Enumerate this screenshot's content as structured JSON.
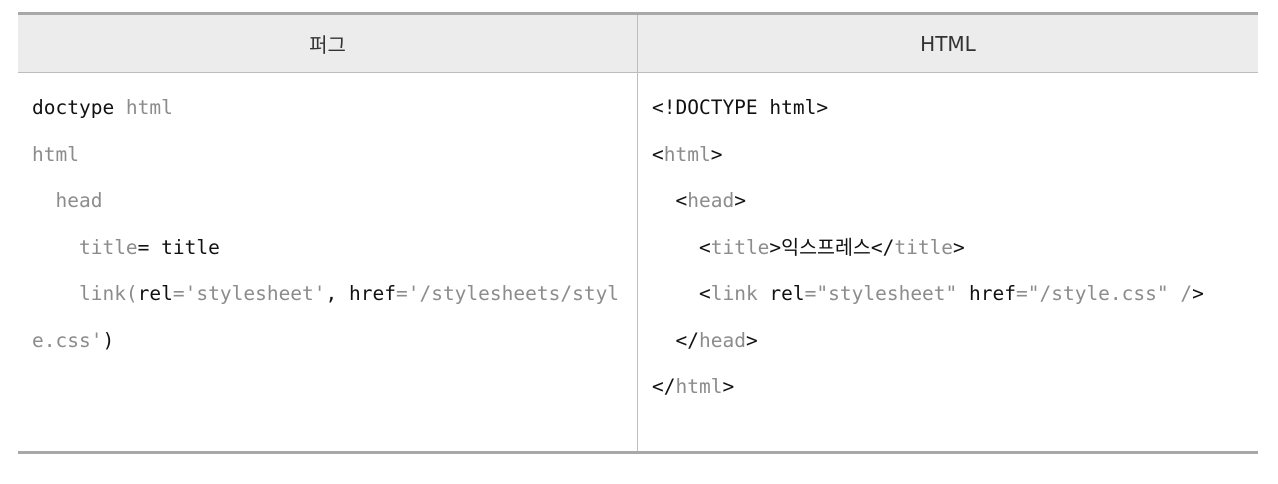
{
  "table": {
    "headers": [
      "퍼그",
      "HTML"
    ],
    "pug": [
      [
        {
          "t": "doctype",
          "k": true
        },
        {
          "t": " html"
        }
      ],
      [
        {
          "t": "html"
        }
      ],
      [
        {
          "t": "  head"
        }
      ],
      [
        {
          "t": "    title"
        },
        {
          "t": "= title",
          "k": true
        }
      ],
      [
        {
          "t": "    link("
        },
        {
          "t": "rel",
          "k": true
        },
        {
          "t": "='stylesheet'"
        },
        {
          "t": ", href",
          "k": true
        },
        {
          "t": "='/stylesheets/style.css'"
        },
        {
          "t": ")",
          "k": true
        }
      ]
    ],
    "html": [
      [
        {
          "t": "<!DOCTYPE",
          "k": true
        },
        {
          "t": " html",
          "k": true
        },
        {
          "t": ">",
          "k": true
        }
      ],
      [
        {
          "t": "<",
          "k": true
        },
        {
          "t": "html"
        },
        {
          "t": ">",
          "k": true
        }
      ],
      [
        {
          "t": "  <",
          "k": true
        },
        {
          "t": "head"
        },
        {
          "t": ">",
          "k": true
        }
      ],
      [
        {
          "t": "    <",
          "k": true
        },
        {
          "t": "title"
        },
        {
          "t": ">익스프레스</",
          "k": true
        },
        {
          "t": "title"
        },
        {
          "t": ">",
          "k": true
        }
      ],
      [
        {
          "t": "    <",
          "k": true
        },
        {
          "t": "link "
        },
        {
          "t": "rel",
          "k": true
        },
        {
          "t": "=\"stylesheet\" "
        },
        {
          "t": "href",
          "k": true
        },
        {
          "t": "=\"/style.css\" /"
        },
        {
          "t": ">",
          "k": true
        }
      ],
      [
        {
          "t": "  </",
          "k": true
        },
        {
          "t": "head"
        },
        {
          "t": ">",
          "k": true
        }
      ],
      [
        {
          "t": "</",
          "k": true
        },
        {
          "t": "html"
        },
        {
          "t": ">",
          "k": true
        }
      ]
    ]
  }
}
